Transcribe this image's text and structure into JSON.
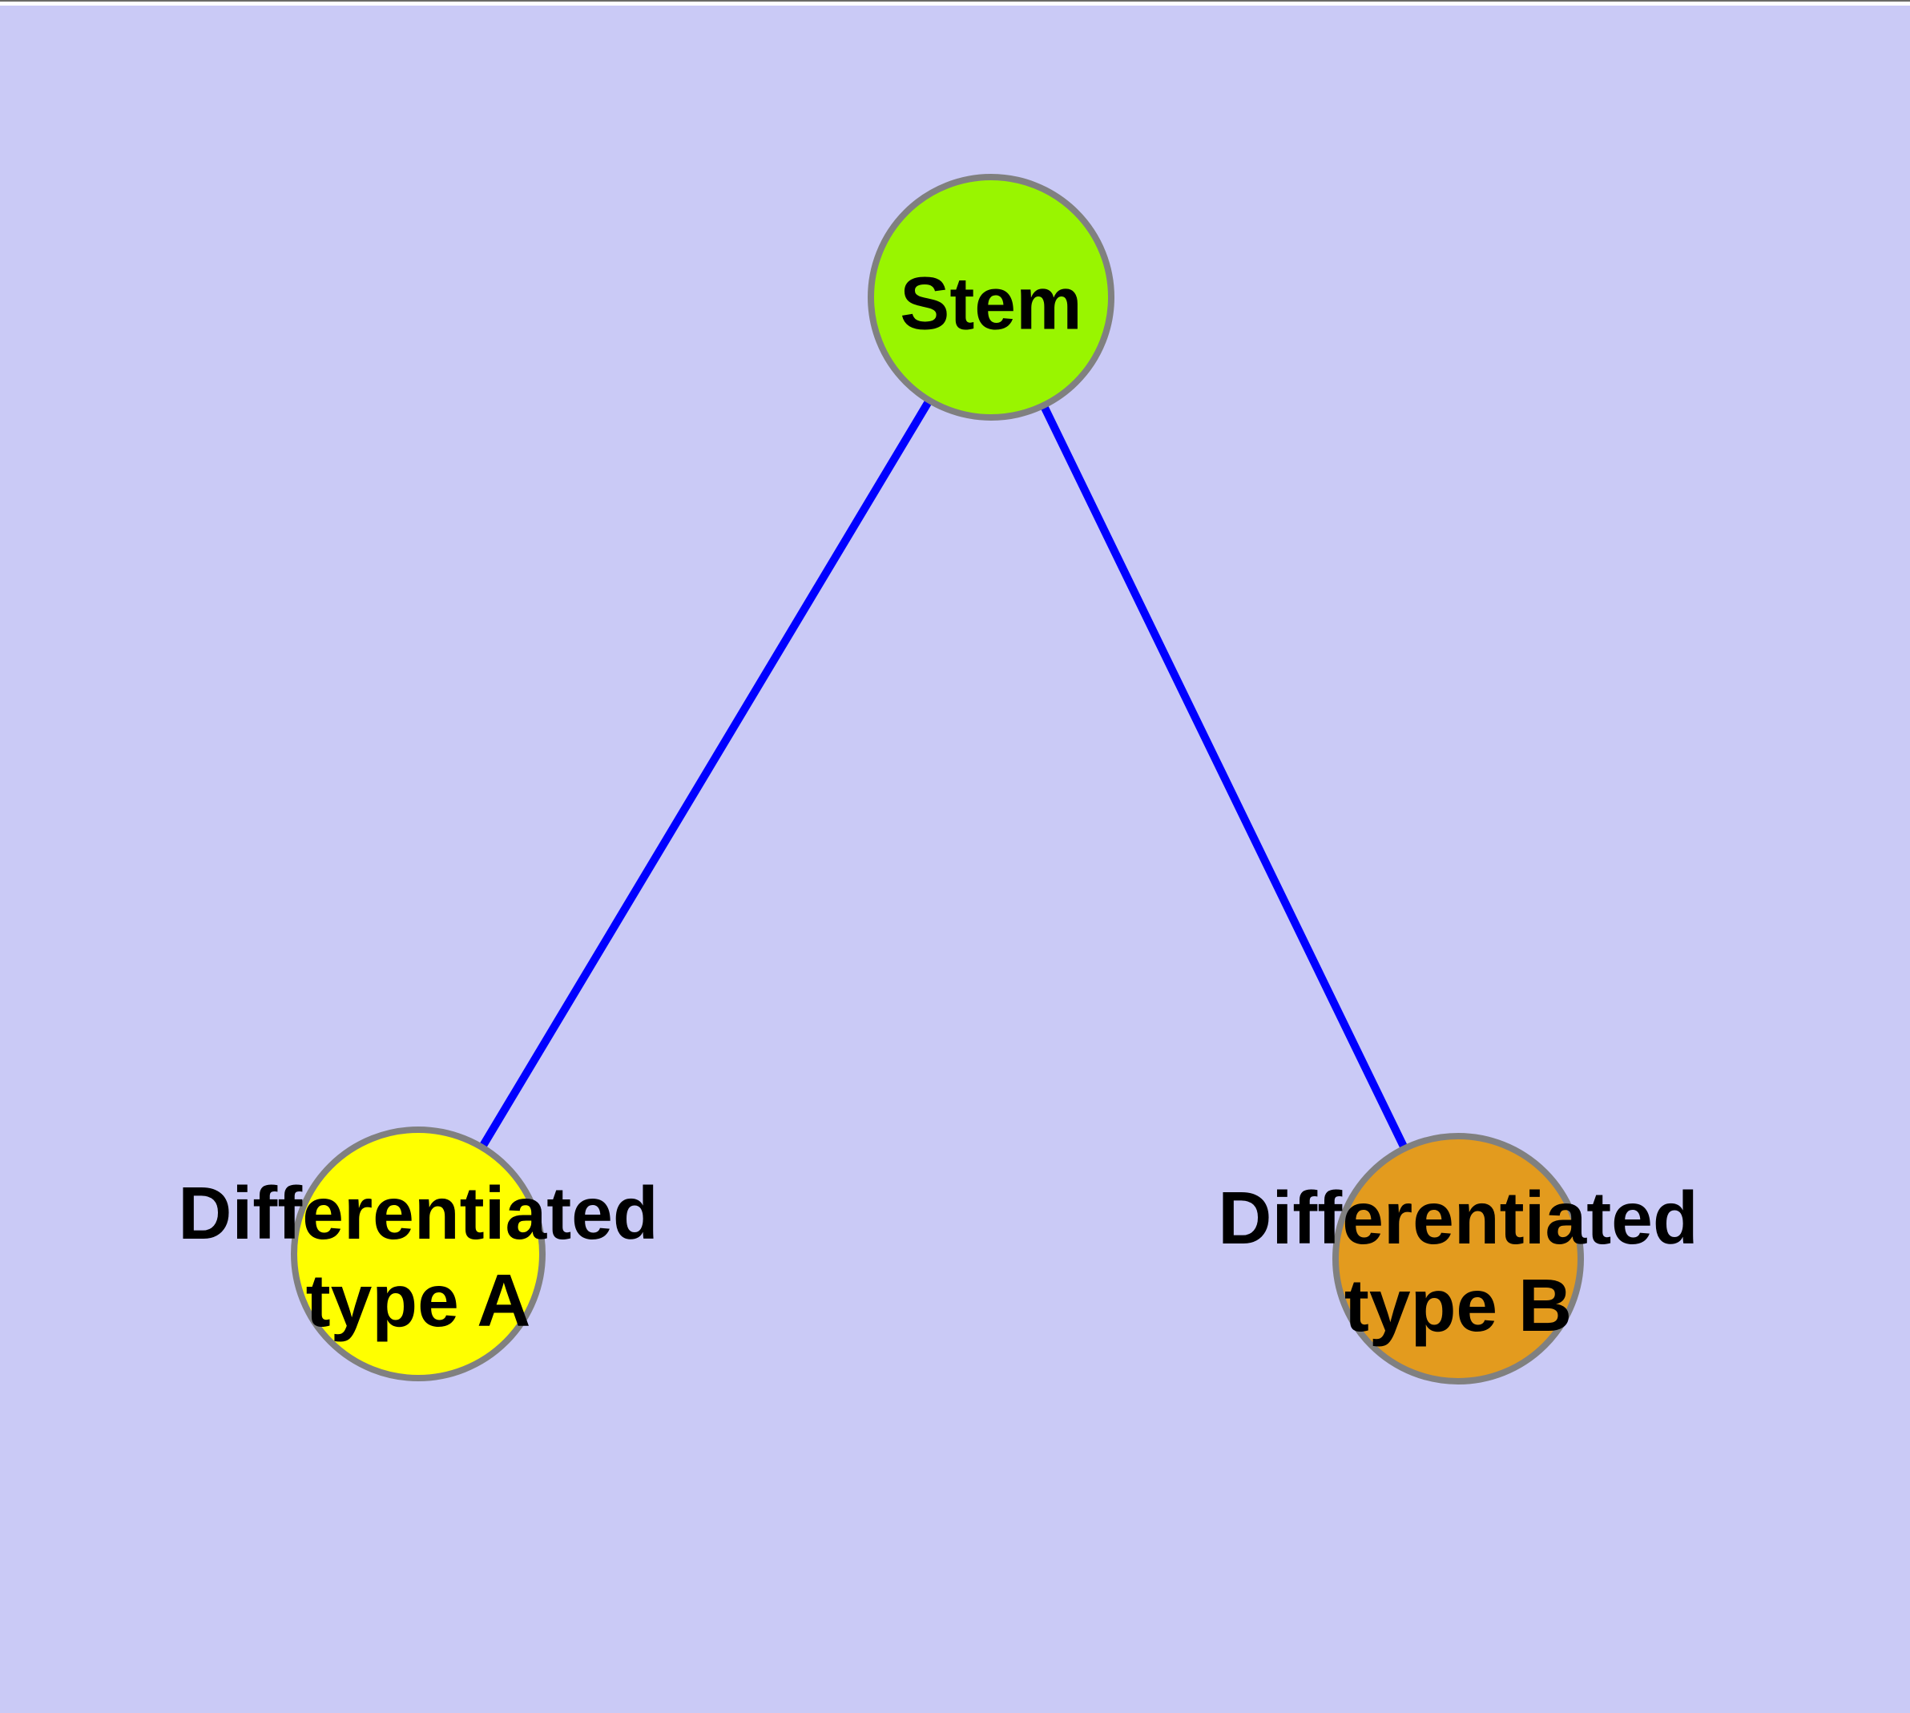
{
  "canvas": {
    "background": "#CACAF6",
    "top_edge_strip_color": "#FFFFFF",
    "top_edge_line_color": "#6B6B66"
  },
  "diagram": {
    "type": "graph",
    "description": "Stem cell differentiation diagram: one stem node branching to two differentiated cell type nodes",
    "edge_color": "#0000FF",
    "node_border_color": "#808080",
    "label_color": "#000000",
    "nodes": [
      {
        "id": "stem",
        "label": "Stem",
        "fill": "#99F500"
      },
      {
        "id": "diff-a",
        "label": "Differentiated type A",
        "label_line1": "Differentiated",
        "label_line2": "type A",
        "fill": "#FFFF00"
      },
      {
        "id": "diff-b",
        "label": "Differentiated type B",
        "label_line1": "Differentiated",
        "label_line2": "type B",
        "fill": "#E39B1E"
      }
    ],
    "edges": [
      {
        "from": "Stem",
        "to": "Differentiated type A"
      },
      {
        "from": "Stem",
        "to": "Differentiated type B"
      }
    ]
  }
}
